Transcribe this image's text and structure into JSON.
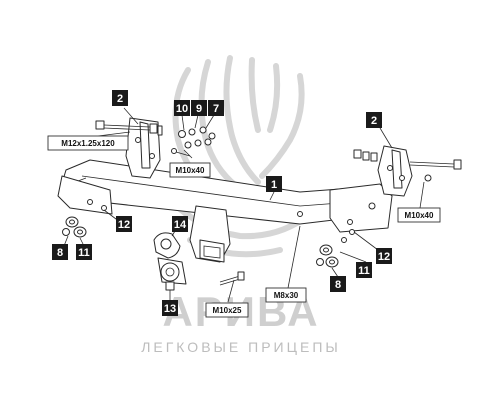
{
  "watermark": {
    "brand": "АРИВА",
    "subtitle": "ЛЕГКОВЫЕ ПРИЦЕПЫ"
  },
  "callouts": {
    "c1": "1",
    "c2_left": "2",
    "c2_right": "2",
    "c7": "7",
    "c8_left": "8",
    "c8_right": "8",
    "c9": "9",
    "c10": "10",
    "c11_left": "11",
    "c11_right": "11",
    "c12_left": "12",
    "c12_right": "12",
    "c13": "13",
    "c14": "14"
  },
  "size_labels": {
    "m12": "M12x1.25x120",
    "m10x40_left": "M10x40",
    "m10x40_right": "M10x40",
    "m10x25": "M10x25",
    "m8x30": "M8x30"
  }
}
